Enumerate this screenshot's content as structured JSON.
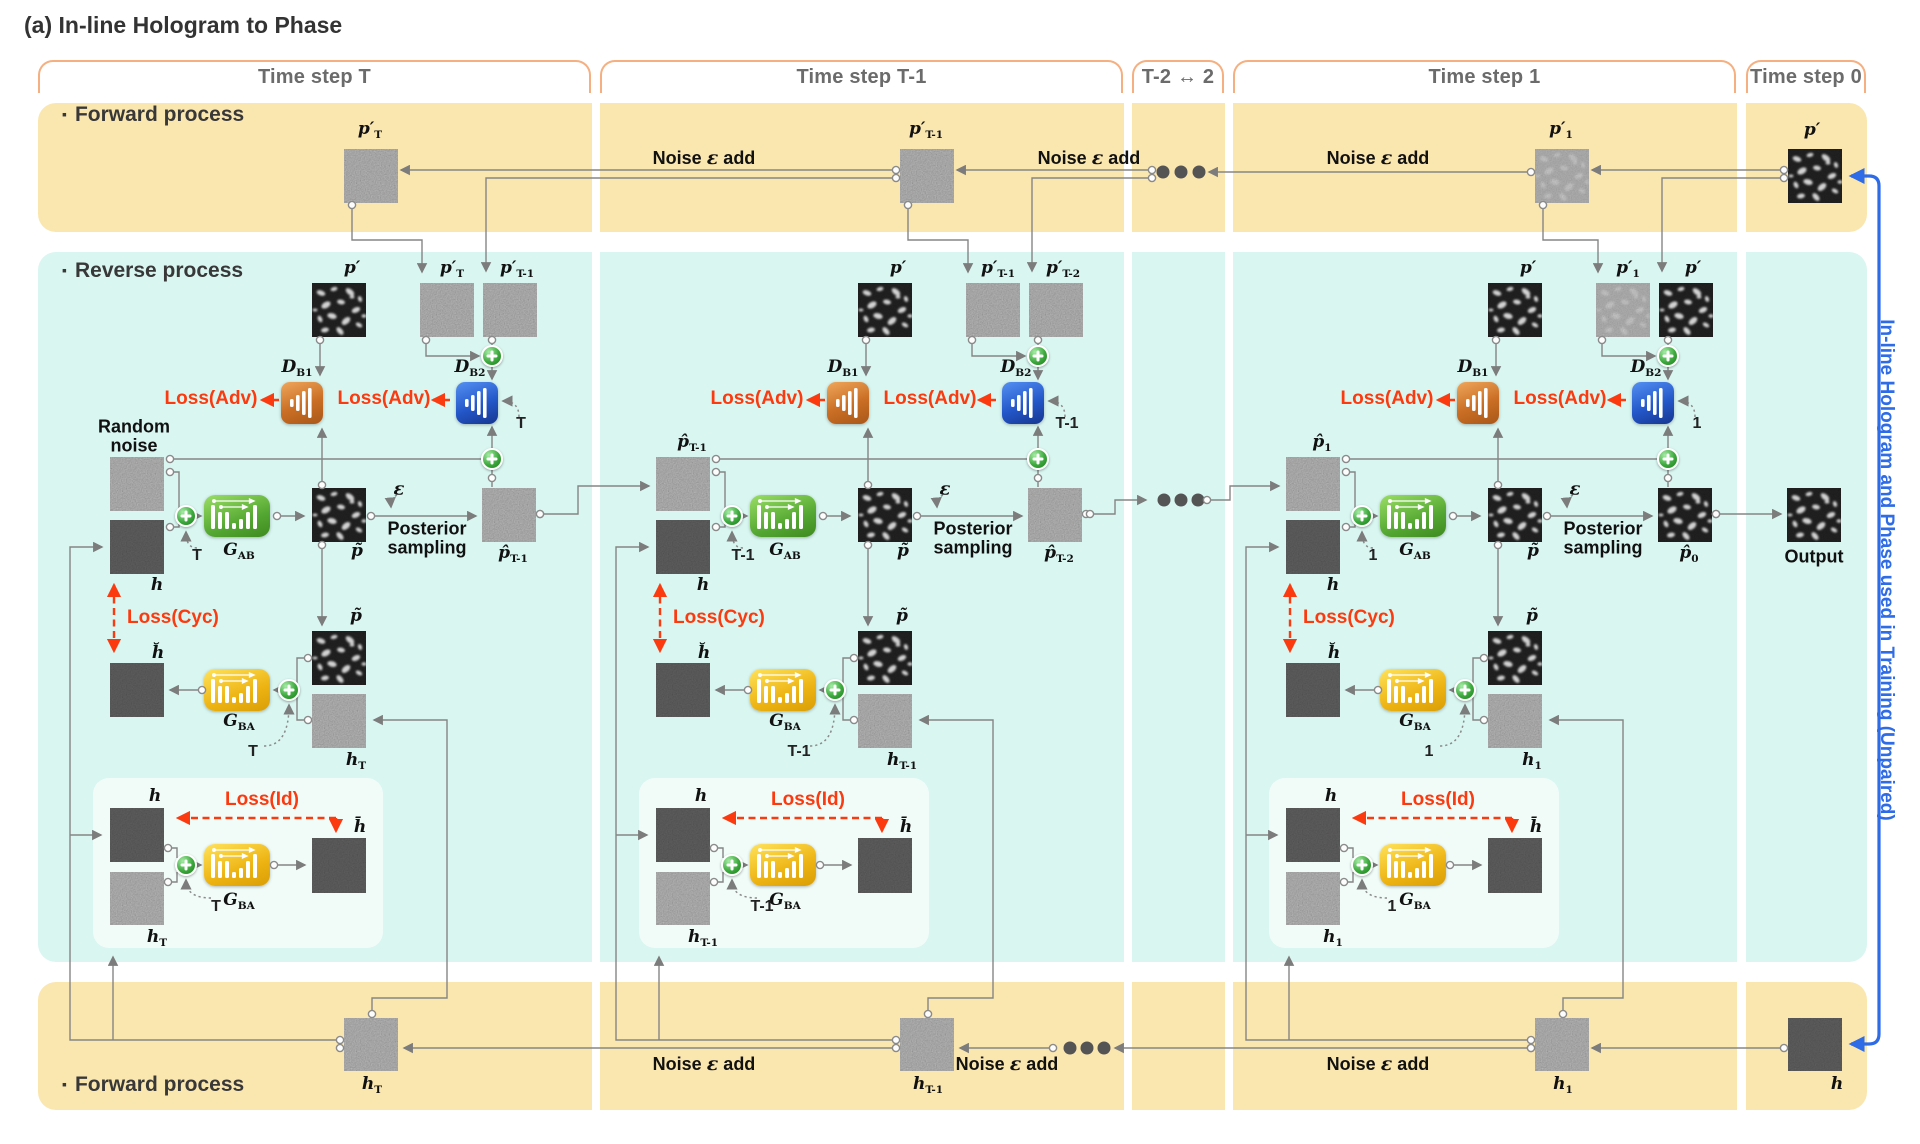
{
  "title": "(a) In-line Hologram to Phase",
  "headers": [
    "Time step T",
    "Time step T-1",
    "T-2 ↔ 2",
    "Time step 1",
    "Time step 0"
  ],
  "bands": {
    "forward": "Forward process",
    "reverse": "Reverse process"
  },
  "side_note": "In-line Hologram and Phase used in Training (Unpaired)",
  "labels": {
    "noise_pre": "Noise",
    "noise_eps": "ε",
    "noise_post": "add",
    "posterior": "Posterior sampling",
    "output": "Output",
    "random_noise": "Random noise",
    "loss_adv": "Loss(Adv)",
    "loss_cyc": "Loss(Cyc)",
    "loss_id": "Loss(Id)",
    "epsilon": "ε"
  },
  "columns": [
    {
      "time": "T",
      "p_top": {
        "b": "p′",
        "s": "T"
      },
      "input_caption": "Random noise",
      "p_ref": {
        "b": "p′",
        "s": ""
      },
      "p_copy1": {
        "b": "p′",
        "s": "T"
      },
      "p_copy2": {
        "b": "p′",
        "s": "T-1"
      },
      "db1": {
        "b": "D",
        "s": "B1"
      },
      "db2": {
        "b": "D",
        "s": "B2"
      },
      "gab": {
        "b": "G",
        "s": "AB"
      },
      "gba": {
        "b": "G",
        "s": "BA"
      },
      "h": {
        "b": "h",
        "s": ""
      },
      "h_breve": {
        "b": "h̆",
        "s": ""
      },
      "h_bar": {
        "b": "h̄",
        "s": ""
      },
      "p_tilde": {
        "b": "p̃",
        "s": ""
      },
      "p_hat_out": {
        "b": "p̂",
        "s": "T-1"
      },
      "h_cycle": {
        "b": "h",
        "s": "T"
      },
      "h_box": {
        "b": "h",
        "s": "T"
      },
      "bottom": {
        "b": "h",
        "s": "T"
      }
    },
    {
      "time": "T-1",
      "p_top": {
        "b": "p′",
        "s": "T-1"
      },
      "input": {
        "b": "p̂",
        "s": "T-1"
      },
      "p_ref": {
        "b": "p′",
        "s": ""
      },
      "p_copy1": {
        "b": "p′",
        "s": "T-1"
      },
      "p_copy2": {
        "b": "p′",
        "s": "T-2"
      },
      "db1": {
        "b": "D",
        "s": "B1"
      },
      "db2": {
        "b": "D",
        "s": "B2"
      },
      "gab": {
        "b": "G",
        "s": "AB"
      },
      "gba": {
        "b": "G",
        "s": "BA"
      },
      "h": {
        "b": "h",
        "s": ""
      },
      "h_breve": {
        "b": "h̆",
        "s": ""
      },
      "h_bar": {
        "b": "h̄",
        "s": ""
      },
      "p_tilde": {
        "b": "p̃",
        "s": ""
      },
      "p_hat_out": {
        "b": "p̂",
        "s": "T-2"
      },
      "h_cycle": {
        "b": "h",
        "s": "T-1"
      },
      "h_box": {
        "b": "h",
        "s": "T-1"
      },
      "bottom": {
        "b": "h",
        "s": "T-1"
      }
    },
    {
      "time": "1",
      "p_top": {
        "b": "p′",
        "s": "1"
      },
      "input": {
        "b": "p̂",
        "s": "1"
      },
      "p_ref": {
        "b": "p′",
        "s": ""
      },
      "p_copy1": {
        "b": "p′",
        "s": "1"
      },
      "p_copy2": {
        "b": "p′",
        "s": ""
      },
      "db1": {
        "b": "D",
        "s": "B1"
      },
      "db2": {
        "b": "D",
        "s": "B2"
      },
      "gab": {
        "b": "G",
        "s": "AB"
      },
      "gba": {
        "b": "G",
        "s": "BA"
      },
      "h": {
        "b": "h",
        "s": ""
      },
      "h_breve": {
        "b": "h̆",
        "s": ""
      },
      "h_bar": {
        "b": "h̄",
        "s": ""
      },
      "p_tilde": {
        "b": "p̃",
        "s": ""
      },
      "p_hat_out": {
        "b": "p̂",
        "s": "0"
      },
      "h_cycle": {
        "b": "h",
        "s": "1"
      },
      "h_box": {
        "b": "h",
        "s": "1"
      },
      "bottom": {
        "b": "h",
        "s": "1"
      }
    }
  ],
  "col0": {
    "p_top": {
      "b": "p′",
      "s": ""
    },
    "h": {
      "b": "h",
      "s": ""
    }
  },
  "colors": {
    "band_yellow": "#FAE6AF",
    "band_cyan": "#D9F6F1",
    "inner_box": "#F1FCF9",
    "bracket": "#F5AF80",
    "loss_red": "#FB3A0F",
    "blue": "#2E6BE6",
    "wire": "#858585",
    "disc_orange": "#C96E24",
    "disc_blue": "#2457C9",
    "gen_green": "#55A833",
    "gen_gold": "#EDB312"
  }
}
